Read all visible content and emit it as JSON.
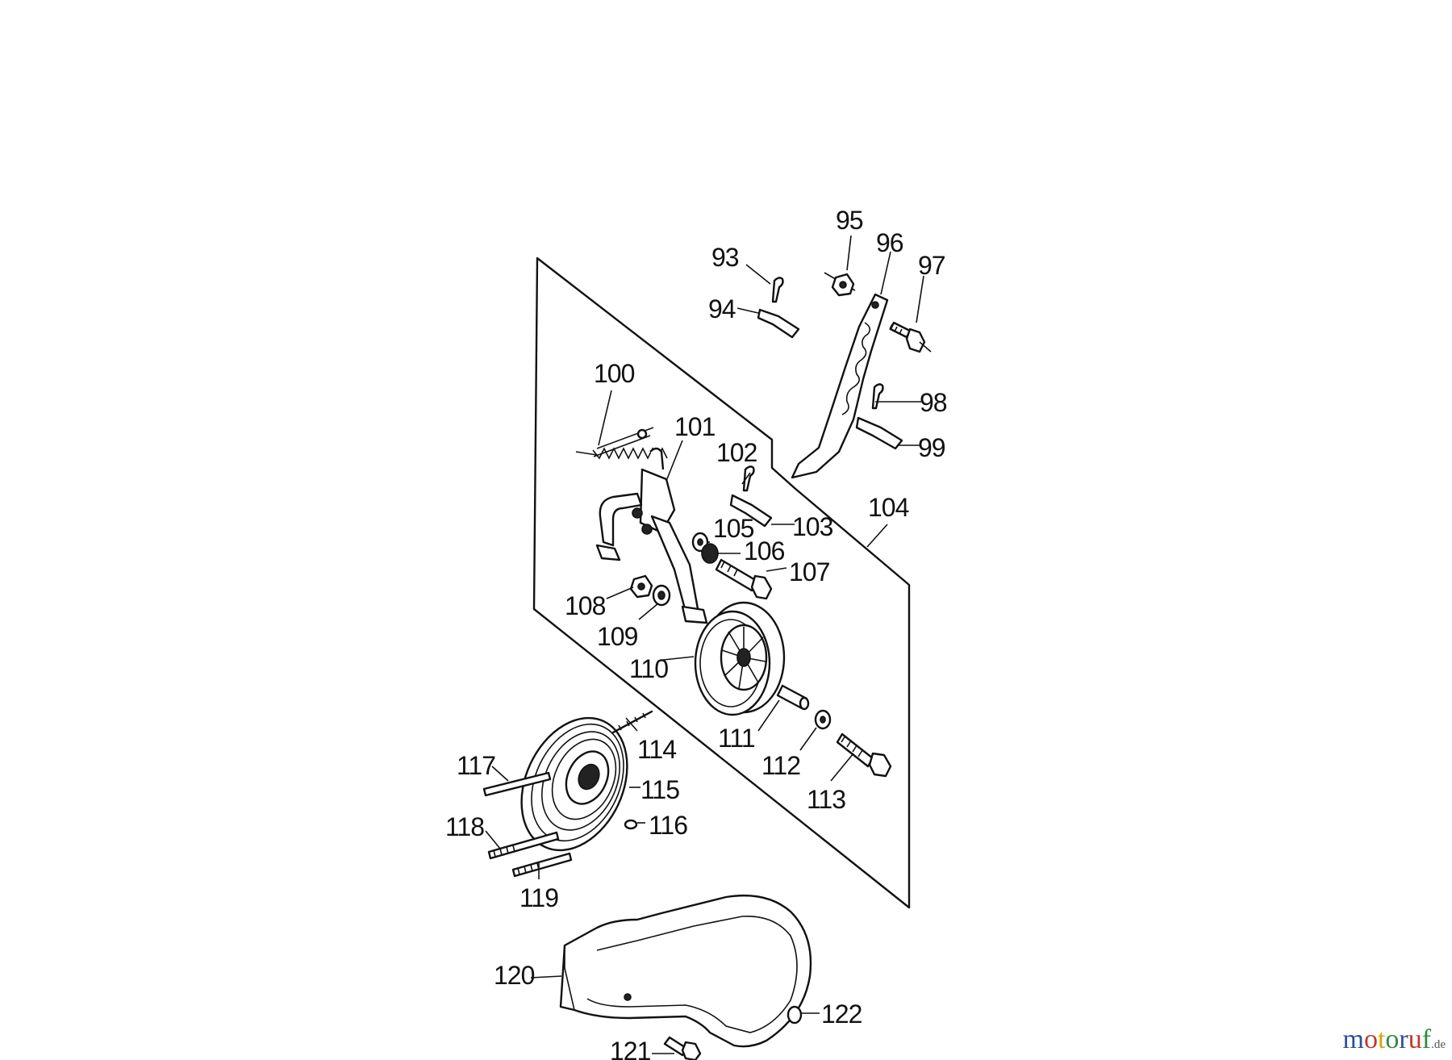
{
  "diagram": {
    "callouts": [
      "93",
      "94",
      "95",
      "96",
      "97",
      "98",
      "99",
      "100",
      "101",
      "102",
      "103",
      "104",
      "105",
      "106",
      "107",
      "108",
      "109",
      "110",
      "111",
      "112",
      "113",
      "114",
      "115",
      "116",
      "117",
      "118",
      "119",
      "120",
      "121",
      "122"
    ]
  },
  "watermark": {
    "brand": "motoruf",
    "domain": ".de",
    "colors": [
      "#2b4fa0",
      "#c0392b",
      "#e0a100",
      "#2e8b3e",
      "#2b4fa0",
      "#c0392b",
      "#2e8b3e"
    ]
  }
}
